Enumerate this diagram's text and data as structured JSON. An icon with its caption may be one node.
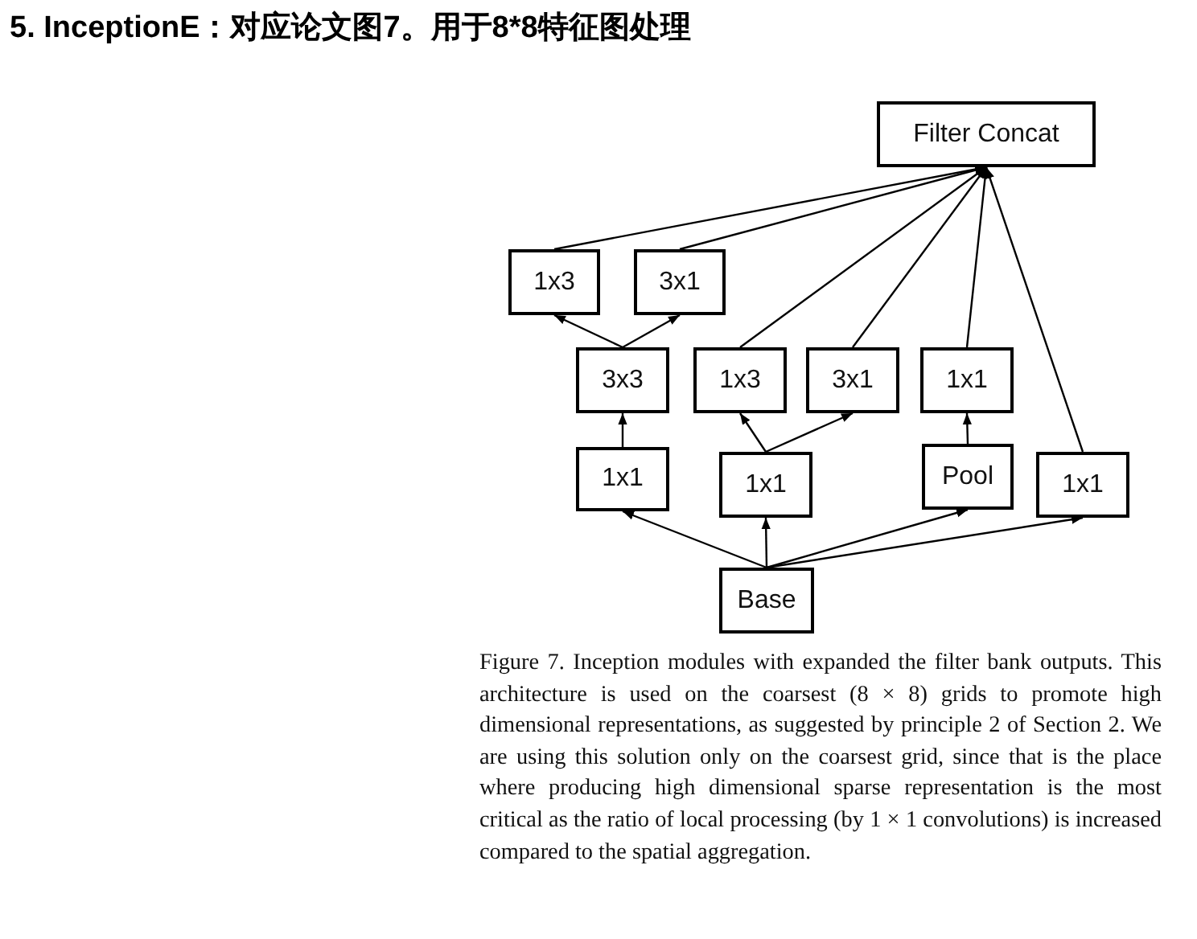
{
  "diagram": {
    "title": "5. InceptionE：对应论文图7。用于8*8特征图处理",
    "caption": "Figure 7. Inception modules with expanded the filter bank outputs. This architecture is used on the coarsest (8 × 8) grids to promote high dimensional representations, as suggested by principle 2 of Section 2. We are using this solution only on the coarsest grid, since that is the place where producing high dimensional sparse representation is the most critical as the ratio of local processing (by 1 × 1 convolutions) is increased compared to the spatial aggregation.",
    "nodes": [
      {
        "text": [
          "Filter Concat"
        ]
      },
      {
        "text": [
          "1x3"
        ]
      },
      {
        "text": [
          "3x1"
        ]
      },
      {
        "text": [
          "3x3"
        ]
      },
      {
        "text": [
          "1x3"
        ]
      },
      {
        "text": [
          "3x1"
        ]
      },
      {
        "text": [
          "1x1"
        ]
      },
      {
        "text": [
          "1x1"
        ]
      },
      {
        "text": [
          "1x1"
        ]
      },
      {
        "text": [
          "Pool"
        ]
      },
      {
        "text": [
          "1x1"
        ]
      },
      {
        "text": [
          "Base"
        ]
      }
    ],
    "edges": [
      {
        "from": 11,
        "to": 7,
        "arrow": "to"
      },
      {
        "from": 11,
        "to": 8,
        "arrow": "to"
      },
      {
        "from": 11,
        "to": 9,
        "arrow": "to"
      },
      {
        "from": 11,
        "to": 10,
        "arrow": "to"
      },
      {
        "from": 7,
        "to": 3,
        "arrow": "to"
      },
      {
        "from": 8,
        "to": 4,
        "arrow": "to"
      },
      {
        "from": 8,
        "to": 5,
        "arrow": "to"
      },
      {
        "from": 9,
        "to": 6,
        "arrow": "to"
      },
      {
        "from": 3,
        "to": 1,
        "arrow": "to"
      },
      {
        "from": 3,
        "to": 2,
        "arrow": "to"
      },
      {
        "from": 1,
        "to": 0,
        "arrow": "to"
      },
      {
        "from": 2,
        "to": 0,
        "arrow": "to"
      },
      {
        "from": 4,
        "to": 0,
        "arrow": "to"
      },
      {
        "from": 5,
        "to": 0,
        "arrow": "to"
      },
      {
        "from": 6,
        "to": 0,
        "arrow": "to"
      },
      {
        "from": 10,
        "to": 0,
        "arrow": "to"
      }
    ]
  }
}
